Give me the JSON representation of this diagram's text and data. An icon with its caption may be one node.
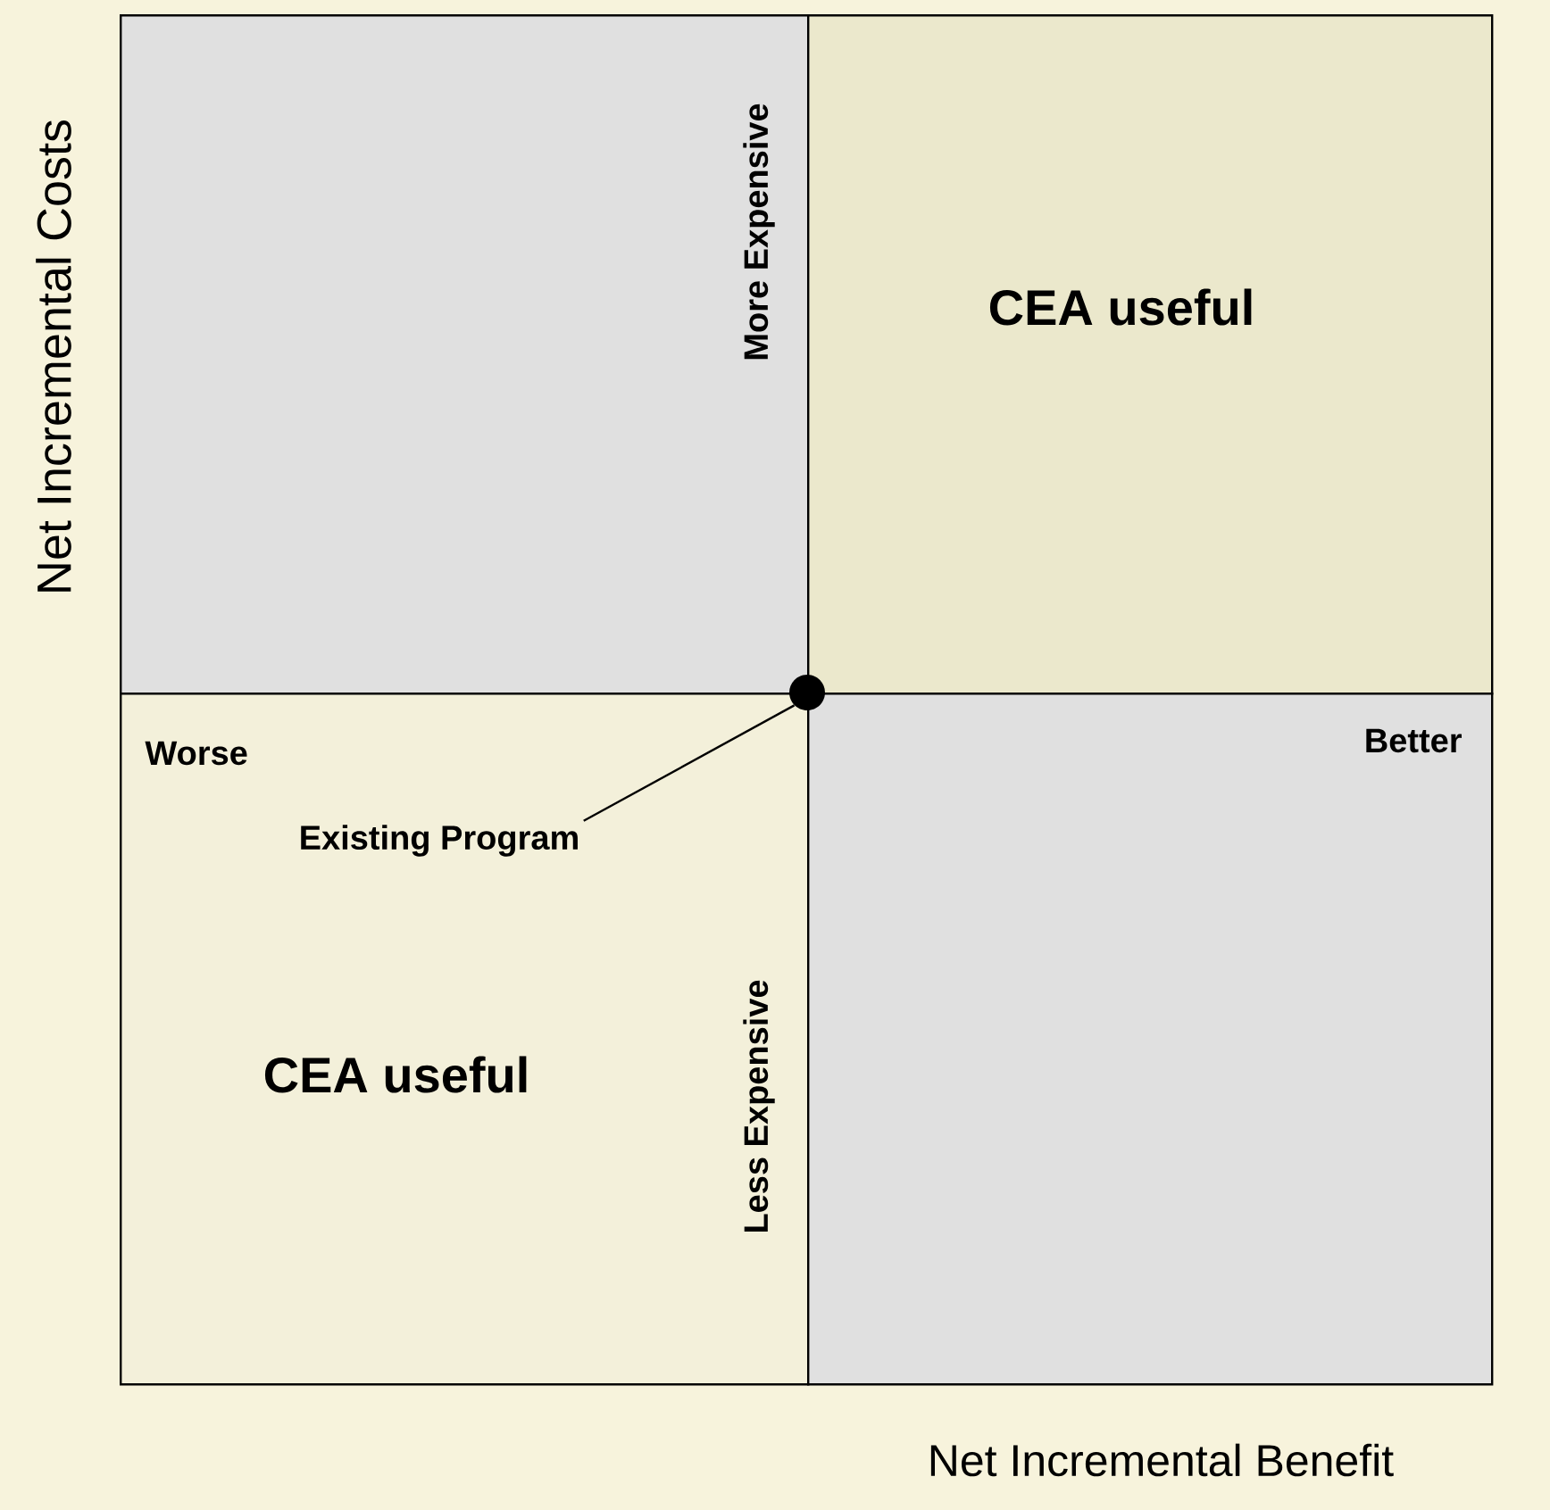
{
  "diagram": {
    "nodes": [
      {
        "text": [],
        "shape": "box"
      },
      {
        "text": [
          "CEA useful"
        ]
      },
      {
        "text": [
          "CEA useful"
        ]
      },
      {
        "text": [],
        "shape": "box"
      },
      {
        "text": [
          "Existing Program"
        ],
        "in": 2
      },
      {
        "text": [],
        "shape": "circle"
      }
    ],
    "edges": [
      {
        "from": 4,
        "to": 5,
        "arrow": "none"
      }
    ],
    "labels": [
      "Net Incremental Costs",
      "More Expensive",
      "Worse",
      "Better",
      "Less Expensive",
      "Net Incremental Benefit"
    ]
  }
}
